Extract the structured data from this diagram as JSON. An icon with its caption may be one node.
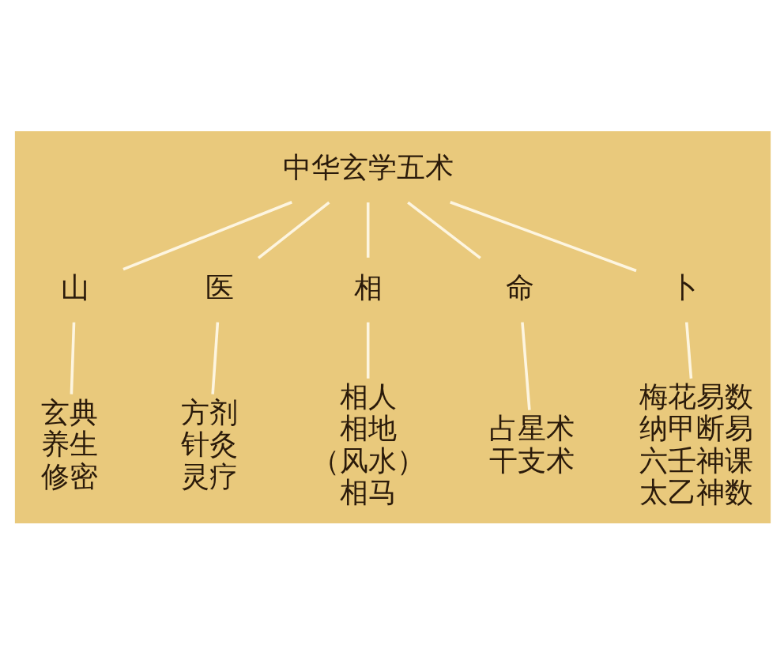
{
  "diagram": {
    "nodes": [
      {
        "text": [
          "中华玄学五术"
        ]
      },
      {
        "text": [
          "山"
        ]
      },
      {
        "text": [
          "医"
        ]
      },
      {
        "text": [
          "相"
        ]
      },
      {
        "text": [
          "命"
        ]
      },
      {
        "text": [
          "卜"
        ]
      },
      {
        "text": [
          "玄典",
          "养生",
          "修密"
        ]
      },
      {
        "text": [
          "方剂",
          "针灸",
          "灵疗"
        ]
      },
      {
        "text": [
          "相人",
          "相地",
          "（风水）",
          "相马"
        ]
      },
      {
        "text": [
          "占星术",
          "干支术"
        ]
      },
      {
        "text": [
          "梅花易数",
          "纳甲断易",
          "六壬神课",
          "太乙神数"
        ]
      }
    ],
    "edges": [
      {
        "from": 0,
        "to": 1,
        "arrow": "none"
      },
      {
        "from": 0,
        "to": 2,
        "arrow": "none"
      },
      {
        "from": 0,
        "to": 3,
        "arrow": "none"
      },
      {
        "from": 0,
        "to": 4,
        "arrow": "none"
      },
      {
        "from": 0,
        "to": 5,
        "arrow": "none"
      },
      {
        "from": 1,
        "to": 6,
        "arrow": "none"
      },
      {
        "from": 2,
        "to": 7,
        "arrow": "none"
      },
      {
        "from": 3,
        "to": 8,
        "arrow": "none"
      },
      {
        "from": 4,
        "to": 9,
        "arrow": "none"
      },
      {
        "from": 5,
        "to": 10,
        "arrow": "none"
      }
    ]
  }
}
